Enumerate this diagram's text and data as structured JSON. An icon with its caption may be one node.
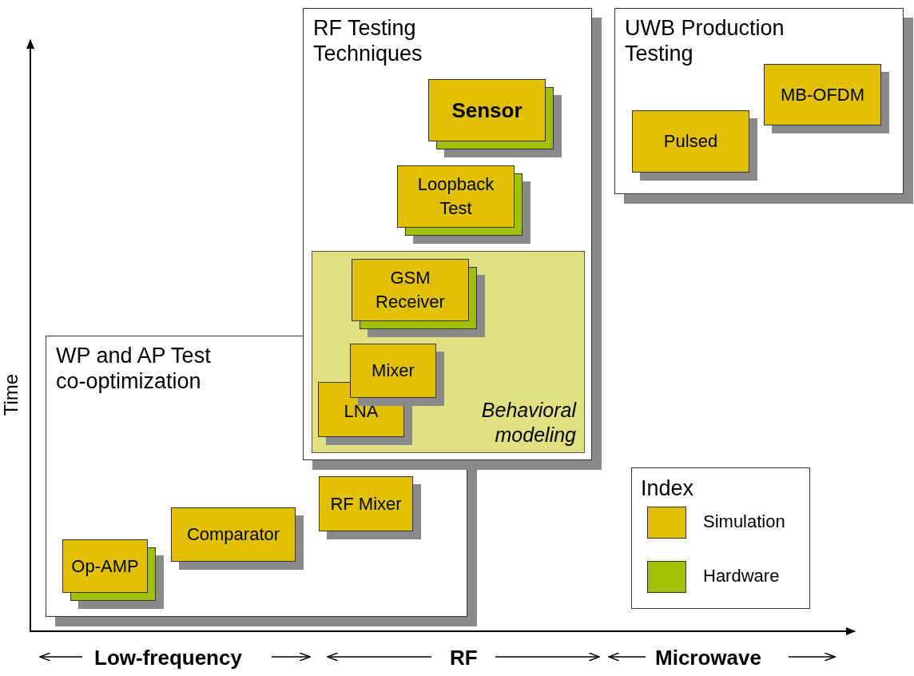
{
  "diagram": {
    "nodes": [
      {
        "text": [
          "RF Testing Techniques"
        ]
      },
      {
        "text": [
          "Sensor"
        ],
        "in": 0
      },
      {
        "text": [
          "Loopback Test"
        ],
        "in": 0
      },
      {
        "text": [
          "Behavioral modeling"
        ],
        "in": 0
      },
      {
        "text": [
          "GSM Receiver"
        ],
        "in": 3
      },
      {
        "text": [
          "Mixer"
        ]
      },
      {
        "text": [
          "LNA"
        ]
      },
      {
        "text": [
          "UWB Production Testing"
        ]
      },
      {
        "text": [
          "MB-OFDM"
        ],
        "in": 7
      },
      {
        "text": [
          "Pulsed"
        ],
        "in": 7
      },
      {
        "text": [
          "WP and AP Test co-optimization"
        ]
      },
      {
        "text": [
          "RF Mixer"
        ],
        "in": 10
      },
      {
        "text": [
          "Comparator"
        ],
        "in": 10
      },
      {
        "text": [
          "Op-AMP"
        ],
        "in": 10
      }
    ],
    "edges": [],
    "labels": [
      "Time",
      "Index",
      "Low-frequency",
      "RF",
      "Microwave"
    ],
    "legend": [
      {
        "text": "Simulation",
        "color": "#e0c000"
      },
      {
        "text": "Hardware",
        "color": "#a0c000"
      }
    ]
  }
}
